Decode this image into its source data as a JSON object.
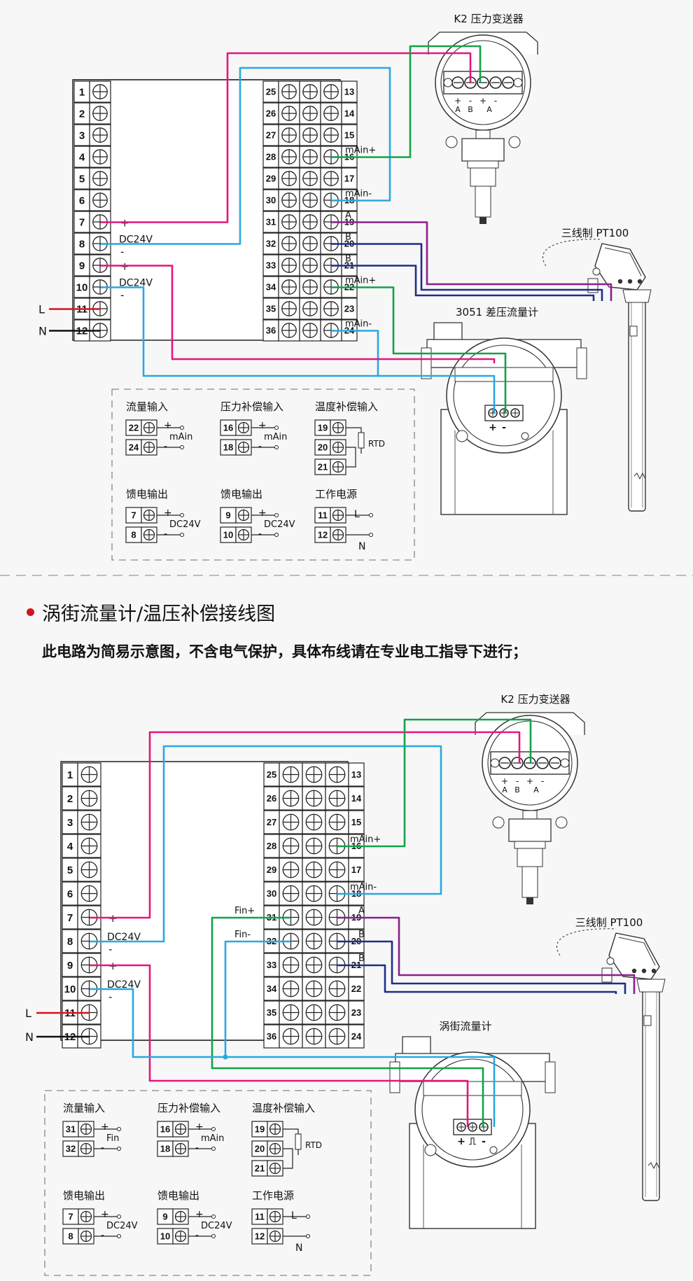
{
  "colors": {
    "pink": "#e5157f",
    "blue": "#29a8e0",
    "green": "#12a24a",
    "purple": "#8b1f8f",
    "navy": "#1f2e86",
    "red": "#d4141c",
    "black": "#111111"
  },
  "section": {
    "title": "涡街流量计/温压补偿接线图",
    "note": "此电路为简易示意图，不含电气保护，具体布线请在专业电工指导下进行；"
  },
  "top": {
    "pressure_transmitter": "K2 压力变送器",
    "pt_terminal_labels": [
      "+",
      "-",
      "+",
      "-"
    ],
    "pt_terminal_sub": [
      "A",
      "B",
      "A"
    ],
    "rtd_sensor": "三线制 PT100",
    "flowmeter": "3051 差压流量计",
    "left_terminals": [
      "1",
      "2",
      "3",
      "4",
      "5",
      "6",
      "7",
      "8",
      "9",
      "10",
      "11",
      "12"
    ],
    "right_left_terminals": [
      "25",
      "26",
      "27",
      "28",
      "29",
      "30",
      "31",
      "32",
      "33",
      "34",
      "35",
      "36"
    ],
    "right_right_terminals": [
      "13",
      "14",
      "15",
      "16",
      "17",
      "18",
      "19",
      "20",
      "21",
      "22",
      "23",
      "24"
    ],
    "labels": {
      "plus7": "+",
      "dc24v_a": "DC24V",
      "minus8": "-",
      "plus9": "+",
      "dc24v_b": "DC24V",
      "minus10": "-",
      "L": "L",
      "N": "N",
      "mAin16": "mAin+",
      "mAin18": "mAin-",
      "A19": "A",
      "B20": "B",
      "B21": "B",
      "mAin22": "mAin+",
      "mAin24": "mAin-"
    },
    "legend": {
      "flow_input": {
        "title": "流量输入",
        "t1": "22",
        "t2": "24",
        "sig": "mAin",
        "p": "+",
        "m": "-"
      },
      "pressure_input": {
        "title": "压力补偿输入",
        "t1": "16",
        "t2": "18",
        "sig": "mAin",
        "p": "+",
        "m": "-"
      },
      "temp_input": {
        "title": "温度补偿输入",
        "t1": "19",
        "t2": "20",
        "t3": "21",
        "sig": "RTD"
      },
      "feed_out_a": {
        "title": "馈电输出",
        "t1": "7",
        "t2": "8",
        "sig": "DC24V",
        "p": "+",
        "m": "-"
      },
      "feed_out_b": {
        "title": "馈电输出",
        "t1": "9",
        "t2": "10",
        "sig": "DC24V",
        "p": "+",
        "m": "-"
      },
      "power": {
        "title": "工作电源",
        "t1": "11",
        "t2": "12",
        "l": "L",
        "n": "N"
      }
    },
    "fm_terminal_labels": [
      "+",
      "-"
    ]
  },
  "bottom": {
    "pressure_transmitter": "K2 压力变送器",
    "rtd_sensor": "三线制 PT100",
    "flowmeter": "涡街流量计",
    "labels": {
      "plus7": "+",
      "dc24v_a": "DC24V",
      "minus8": "-",
      "plus9": "+",
      "dc24v_b": "DC24V",
      "minus10": "-",
      "L": "L",
      "N": "N",
      "mAin16": "mAin+",
      "mAin18": "mAin-",
      "fin31": "Fin+",
      "fin32": "Fin-",
      "A19": "A",
      "B20": "B",
      "B21": "B"
    },
    "legend": {
      "flow_input": {
        "title": "流量输入",
        "t1": "31",
        "t2": "32",
        "sig": "Fin",
        "p": "+",
        "m": "-"
      },
      "pressure_input": {
        "title": "压力补偿输入",
        "t1": "16",
        "t2": "18",
        "sig": "mAin",
        "p": "+",
        "m": "-"
      },
      "temp_input": {
        "title": "温度补偿输入",
        "t1": "19",
        "t2": "20",
        "t3": "21",
        "sig": "RTD"
      },
      "feed_out_a": {
        "title": "馈电输出",
        "t1": "7",
        "t2": "8",
        "sig": "DC24V",
        "p": "+",
        "m": "-"
      },
      "feed_out_b": {
        "title": "馈电输出",
        "t1": "9",
        "t2": "10",
        "sig": "DC24V",
        "p": "+",
        "m": "-"
      },
      "power": {
        "title": "工作电源",
        "t1": "11",
        "t2": "12",
        "l": "L",
        "n": "N"
      }
    },
    "fm_terminal_labels": [
      "+",
      "⎍",
      "-"
    ]
  }
}
